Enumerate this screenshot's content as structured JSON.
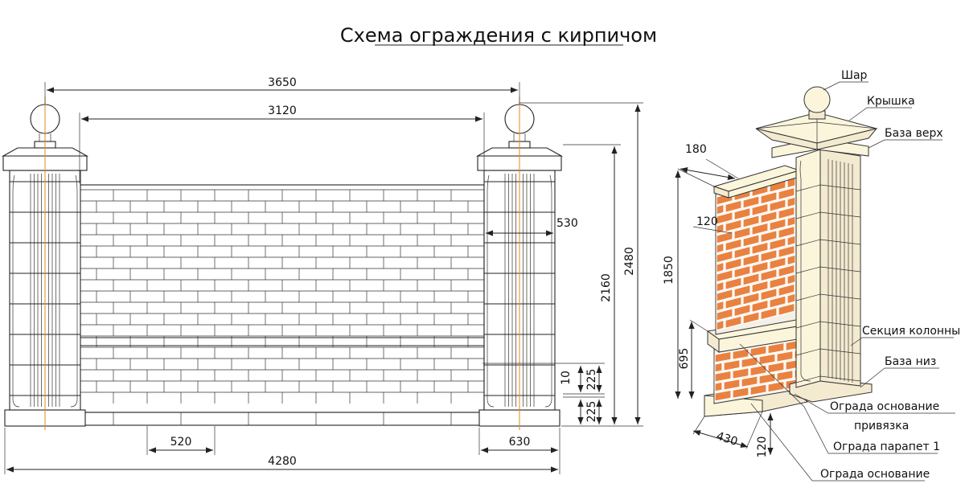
{
  "title": "Схема ограждения с кирпичом",
  "dimensions": {
    "overall_span": "3650",
    "panel_width": "3120",
    "total_length": "4280",
    "total_height": "2480",
    "fence_height": "2160",
    "column_width": "530",
    "brick_module": "520",
    "base_width": "630",
    "gap": "10",
    "plinth_upper": "225",
    "plinth_lower": "225",
    "iso_top_width": "180",
    "iso_brick_width": "120",
    "iso_height": "1850",
    "iso_parapet_height": "695",
    "iso_base_width": "430",
    "iso_base_height": "120"
  },
  "labels": {
    "ball": "Шар",
    "cap": "Крышка",
    "base_top": "База верх",
    "column_section": "Секция колонны",
    "base_bottom": "База низ",
    "base_binding_1": "Ограда основание",
    "base_binding_2": "привязка",
    "parapet": "Ограда парапет 1",
    "fence_base": "Ограда основание"
  },
  "colors": {
    "brick": "#e98240",
    "stone": "#fbf5dc",
    "axis": "#e08a1e"
  }
}
